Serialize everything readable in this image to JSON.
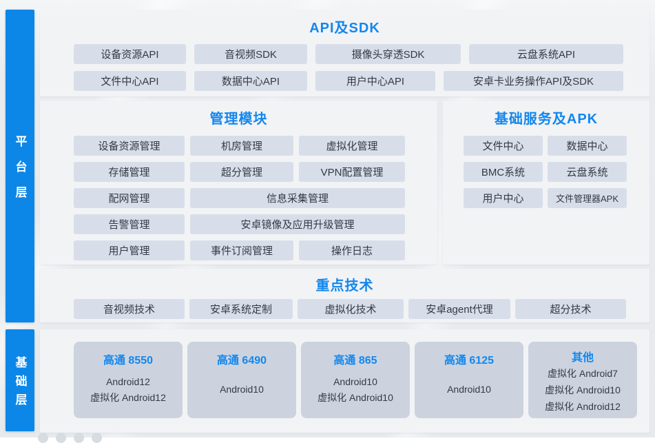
{
  "colors": {
    "accent_blue": "#1287ee",
    "layer_bar_blue": "#0c87e8",
    "button_bg": "#d8dee9",
    "card_bg": "#ccd3df"
  },
  "sidebar": {
    "layers": [
      {
        "label": "平台层"
      },
      {
        "label": "基础层"
      }
    ]
  },
  "api_sdk": {
    "title": "API及SDK",
    "rows": [
      [
        "设备资源API",
        "音视频SDK",
        "摄像头穿透SDK",
        "云盘系统API"
      ],
      [
        "文件中心API",
        "数据中心API",
        "用户中心API",
        "安卓卡业务操作API及SDK"
      ]
    ]
  },
  "management": {
    "title": "管理模块",
    "items": [
      "设备资源管理",
      "机房管理",
      "虚拟化管理",
      "存储管理",
      "超分管理",
      "VPN配置管理",
      "配网管理",
      "信息采集管理",
      "告警管理",
      "安卓镜像及应用升级管理",
      "用户管理",
      "事件订阅管理",
      "操作日志"
    ]
  },
  "services": {
    "title": "基础服务及APK",
    "items": [
      "文件中心",
      "数据中心",
      "BMC系统",
      "云盘系统",
      "用户中心",
      "文件管理器APK"
    ]
  },
  "technologies": {
    "title": "重点技术",
    "items": [
      "音视频技术",
      "安卓系统定制",
      "虚拟化技术",
      "安卓agent代理",
      "超分技术"
    ]
  },
  "chipsets": {
    "cards": [
      {
        "title": "高通 8550",
        "lines": [
          "Android12",
          "虚拟化 Android12"
        ]
      },
      {
        "title": "高通 6490",
        "lines": [
          "Android10"
        ]
      },
      {
        "title": "高通 865",
        "lines": [
          "Android10",
          "虚拟化 Android10"
        ]
      },
      {
        "title": "高通 6125",
        "lines": [
          "Android10"
        ]
      },
      {
        "title": "其他",
        "lines": [
          "虚拟化 Android7",
          "虚拟化 Android10",
          "虚拟化 Android12"
        ]
      }
    ]
  }
}
